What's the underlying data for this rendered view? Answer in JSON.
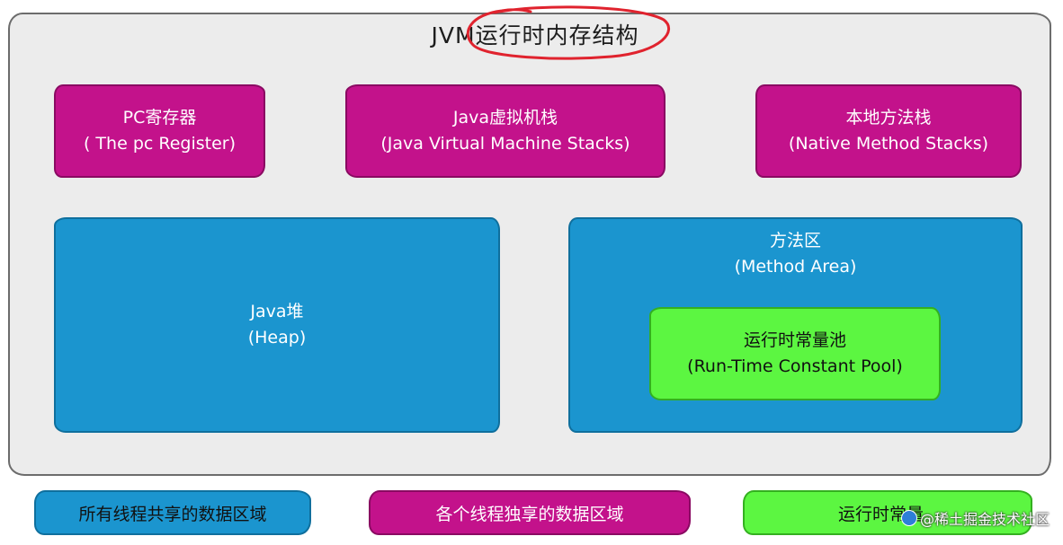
{
  "title": "JVM运行时内存结构",
  "annotation_color": "#e0232e",
  "colors": {
    "thread_private": "#c3128b",
    "thread_shared": "#1b95cf",
    "runtime_constant": "#5cf641",
    "frame_bg": "#ececec"
  },
  "regions": {
    "pc_register": {
      "cn": "PC寄存器",
      "en": "( The pc Register)"
    },
    "jvm_stacks": {
      "cn": "Java虚拟机栈",
      "en": "(Java Virtual Machine Stacks)"
    },
    "native_stacks": {
      "cn": "本地方法栈",
      "en": "(Native Method Stacks)"
    },
    "heap": {
      "cn": "Java堆",
      "en": "(Heap)"
    },
    "method_area": {
      "cn": "方法区",
      "en": "(Method Area)"
    },
    "constant_pool": {
      "cn": "运行时常量池",
      "en": "(Run-Time Constant Pool)"
    }
  },
  "legend": {
    "shared": "所有线程共享的数据区域",
    "private": "各个线程独享的数据区域",
    "constant": "运行时常量"
  },
  "watermark": "@稀土掘金技术社区"
}
